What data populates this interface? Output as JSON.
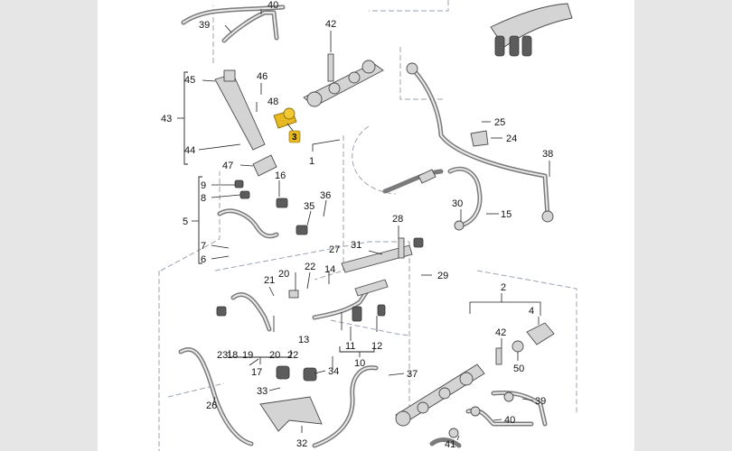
{
  "diagram": {
    "title": "Fuel injection system exploded parts diagram",
    "highlight_color": "#e8b820",
    "highlighted_part": "3",
    "callouts": {
      "c40a": "40",
      "c39a": "39",
      "c42a": "42",
      "c46": "46",
      "c45": "45",
      "c43": "43",
      "c48": "48",
      "c3": "3",
      "c44": "44",
      "c1": "1",
      "c47": "47",
      "c16": "16",
      "c9": "9",
      "c8": "8",
      "c36": "36",
      "c35": "35",
      "c5": "5",
      "c7": "7",
      "c6": "6",
      "c25": "25",
      "c24": "24",
      "c38": "38",
      "c30": "30",
      "c15": "15",
      "c28": "28",
      "c27": "27",
      "c31": "31",
      "c29": "29",
      "c20a": "20",
      "c22a": "22",
      "c21": "21",
      "c14": "14",
      "c13": "13",
      "c23": "23",
      "c18": "18",
      "c19": "19",
      "c20b": "20",
      "c22b": "22",
      "c17": "17",
      "c11": "11",
      "c12": "12",
      "c10": "10",
      "c2": "2",
      "c4": "4",
      "c42b": "42",
      "c50": "50",
      "c37": "37",
      "c34": "34",
      "c33": "33",
      "c39b": "39",
      "c40b": "40",
      "c26": "26",
      "c32": "32",
      "c41": "41"
    }
  }
}
